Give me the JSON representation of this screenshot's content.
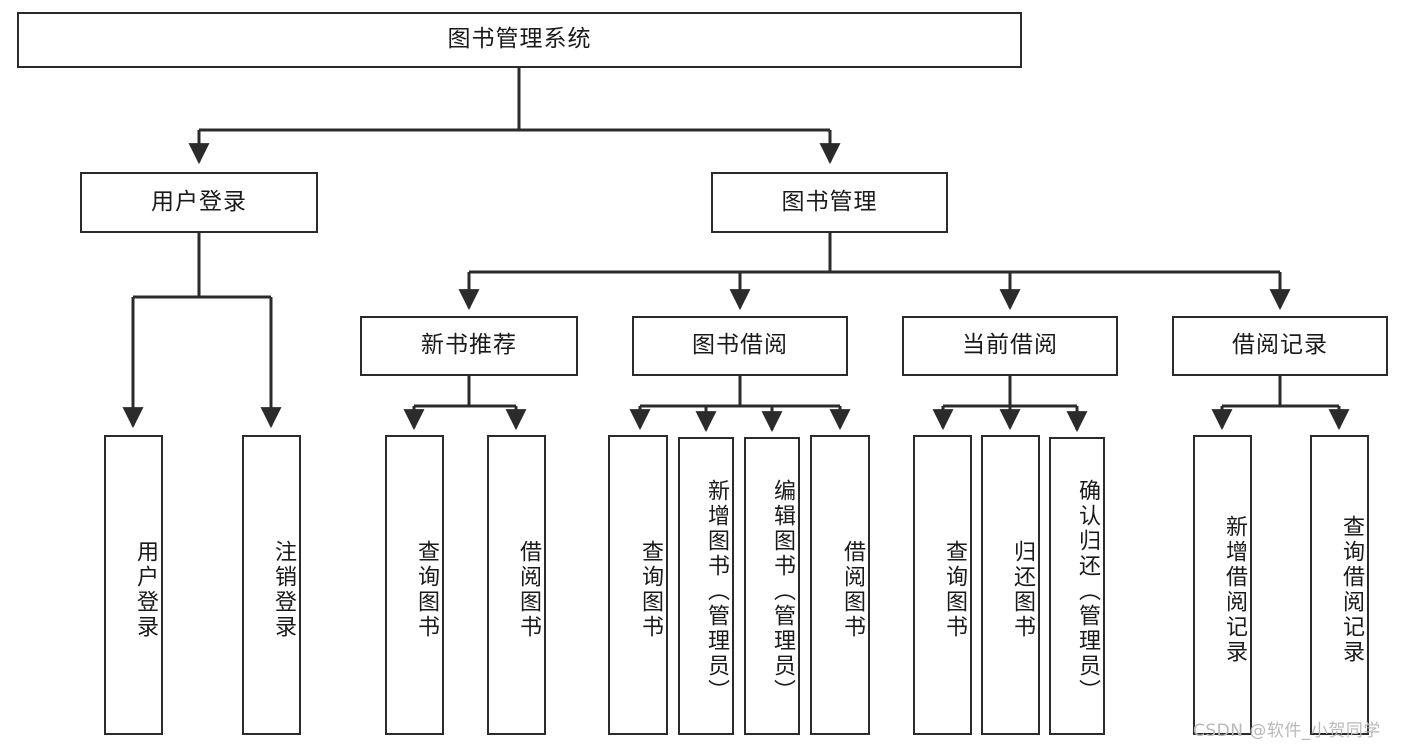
{
  "diagram": {
    "title": "图书管理系统",
    "type": "tree-hierarchy-chart",
    "root": {
      "label": "图书管理系统"
    },
    "level2": [
      {
        "label": "用户登录"
      },
      {
        "label": "图书管理"
      }
    ],
    "level3": [
      {
        "label": "新书推荐"
      },
      {
        "label": "图书借阅"
      },
      {
        "label": "当前借阅"
      },
      {
        "label": "借阅记录"
      }
    ],
    "leaves": {
      "user_login": [
        {
          "label": "用户登录"
        },
        {
          "label": "注销登录"
        }
      ],
      "new_book_recommend": [
        {
          "label": "查询图书"
        },
        {
          "label": "借阅图书"
        }
      ],
      "book_borrow": [
        {
          "label": "查询图书"
        },
        {
          "label": "新增图书（管理员）"
        },
        {
          "label": "编辑图书（管理员）"
        },
        {
          "label": "借阅图书"
        }
      ],
      "current_borrow": [
        {
          "label": "查询图书"
        },
        {
          "label": "归还图书"
        },
        {
          "label": "确认归还（管理员）"
        }
      ],
      "borrow_record": [
        {
          "label": "新增借阅记录"
        },
        {
          "label": "查询借阅记录"
        }
      ]
    }
  },
  "watermark": {
    "text": "CSDN @软件_小贺同学"
  },
  "colors": {
    "stroke": "#2b2b2b",
    "box_fill": "#ffffff",
    "text": "#1a1a1a",
    "watermark": "#b9b9b9",
    "background": "#ffffff"
  }
}
